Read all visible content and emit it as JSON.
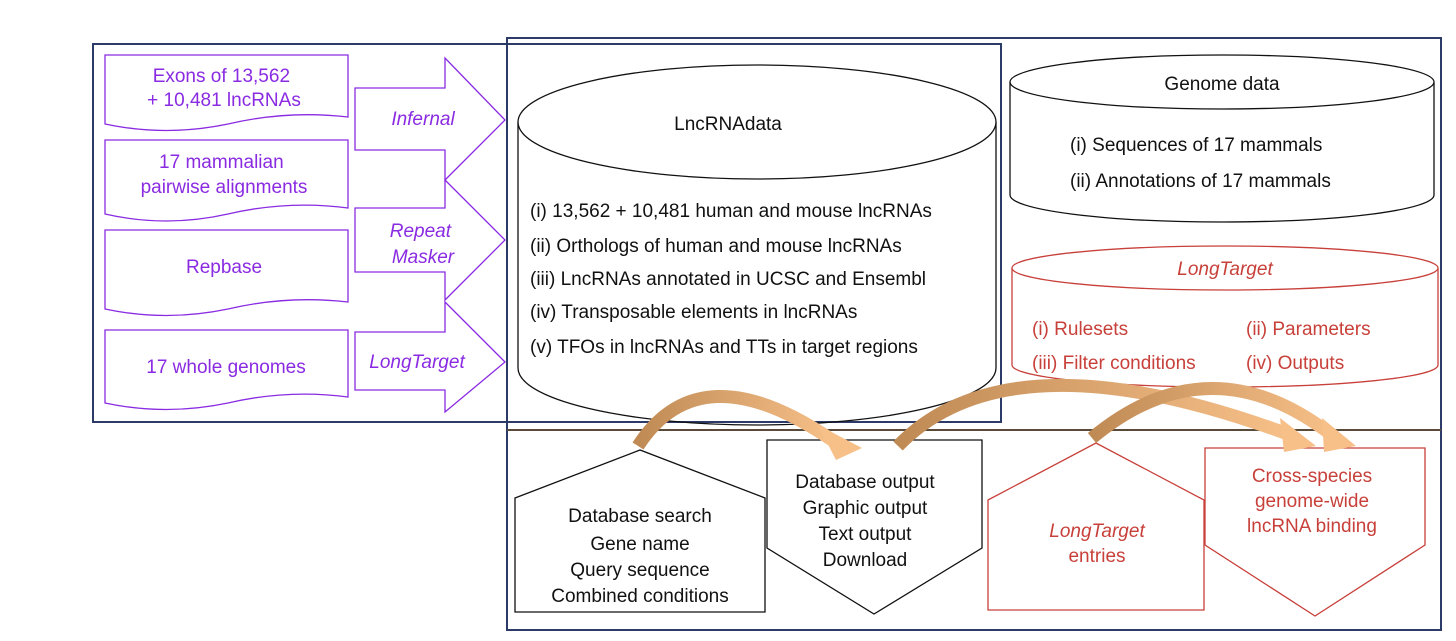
{
  "colors": {
    "frame": "#2b3a67",
    "purple": "#8a2be2",
    "red": "#c8403a",
    "black": "#111111",
    "arrow_dark": "#c08a55",
    "arrow_light": "#f7c089",
    "divider": "#5a4a3a"
  },
  "inputs": {
    "items": [
      {
        "lines": [
          "Exons of 13,562",
          "+ 10,481 lncRNAs"
        ]
      },
      {
        "lines": [
          "17 mammalian",
          "pairwise alignments"
        ]
      },
      {
        "lines": [
          "Repbase"
        ]
      },
      {
        "lines": [
          "17 whole genomes"
        ]
      }
    ]
  },
  "tools": {
    "items": [
      {
        "lines": [
          "Infernal"
        ]
      },
      {
        "lines": [
          "Repeat",
          "Masker"
        ]
      },
      {
        "lines": [
          "LongTarget"
        ]
      }
    ]
  },
  "lncrnadata": {
    "title": "LncRNAdata",
    "items": [
      "(i) 13,562 + 10,481 human and mouse lncRNAs",
      "(ii) Orthologs of human and mouse lncRNAs",
      "(iii) LncRNAs annotated in UCSC and Ensembl",
      "(iv) Transposable elements in lncRNAs",
      "(v) TFOs in lncRNAs and TTs in target regions"
    ]
  },
  "genome": {
    "title": "Genome data",
    "items": [
      "(i) Sequences of 17 mammals",
      "(ii) Annotations of 17 mammals"
    ]
  },
  "longtarget": {
    "title": "LongTarget",
    "items": [
      "(i) Rulesets",
      "(ii) Parameters",
      "(iii) Filter conditions",
      "(iv) Outputs"
    ]
  },
  "outputs": {
    "search": [
      "Database search",
      "Gene name",
      "Query sequence",
      "Combined conditions"
    ],
    "db_output": [
      "Database output",
      "Graphic output",
      "Text output",
      "Download"
    ],
    "lt_entries": [
      "LongTarget",
      "entries"
    ],
    "cross_species": [
      "Cross-species",
      "genome-wide",
      "lncRNA binding"
    ]
  }
}
